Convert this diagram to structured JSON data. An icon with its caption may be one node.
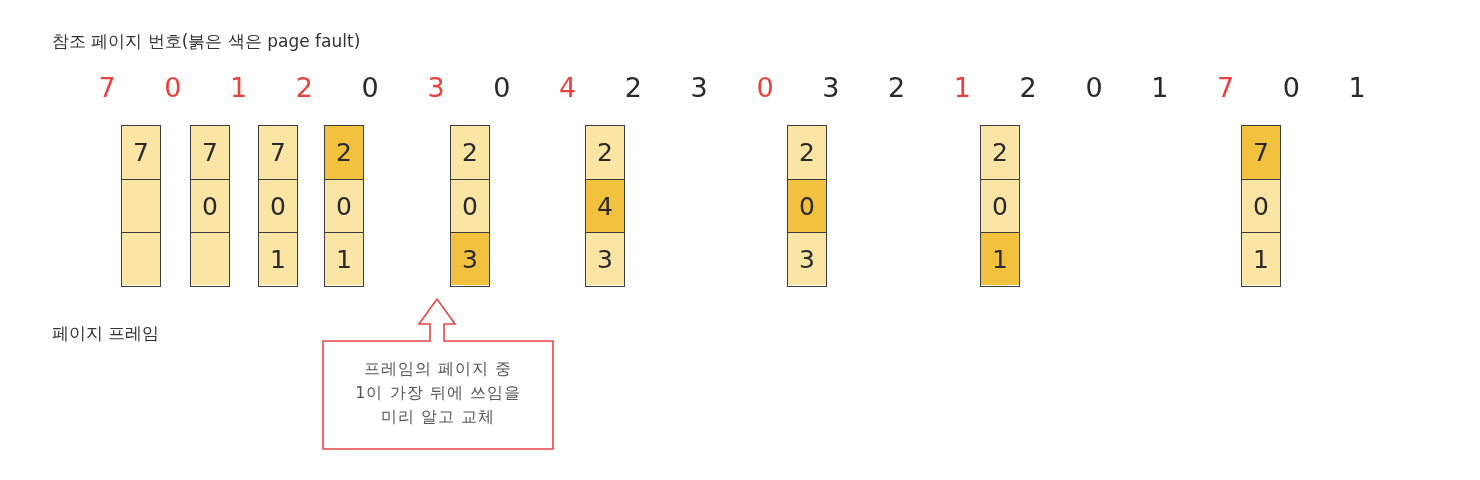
{
  "diagram": {
    "title": "참조 페이지 번호(붉은 색은 page fault)",
    "nodes": [
      {
        "text": [],
        "shape": "box"
      },
      {
        "text": [
          "7"
        ],
        "in": 0
      },
      {
        "text": [],
        "shape": "box",
        "in": 0
      },
      {
        "text": [],
        "shape": "box",
        "in": 0
      },
      {
        "text": [],
        "shape": "box"
      },
      {
        "text": [
          "7"
        ],
        "in": 4
      },
      {
        "text": [
          "0"
        ],
        "in": 4
      },
      {
        "text": [],
        "shape": "box",
        "in": 4
      },
      {
        "text": [],
        "shape": "box"
      },
      {
        "text": [
          "7"
        ],
        "in": 8
      },
      {
        "text": [
          "0"
        ],
        "in": 8
      },
      {
        "text": [
          "1"
        ],
        "in": 8
      },
      {
        "text": [],
        "shape": "box"
      },
      {
        "text": [
          "2"
        ],
        "in": 12
      },
      {
        "text": [
          "0"
        ],
        "in": 12
      },
      {
        "text": [
          "1"
        ],
        "in": 12
      },
      {
        "text": [],
        "shape": "box"
      },
      {
        "text": [
          "2"
        ],
        "in": 16
      },
      {
        "text": [
          "0"
        ],
        "in": 16
      },
      {
        "text": [
          "3"
        ],
        "in": 16
      },
      {
        "text": [],
        "shape": "box"
      },
      {
        "text": [
          "2"
        ],
        "in": 20
      },
      {
        "text": [
          "4"
        ],
        "in": 20
      },
      {
        "text": [
          "3"
        ],
        "in": 20
      },
      {
        "text": [],
        "shape": "box"
      },
      {
        "text": [
          "2"
        ],
        "in": 24
      },
      {
        "text": [
          "0"
        ],
        "in": 24
      },
      {
        "text": [
          "3"
        ],
        "in": 24
      },
      {
        "text": [],
        "shape": "box"
      },
      {
        "text": [
          "2"
        ],
        "in": 28
      },
      {
        "text": [
          "0"
        ],
        "in": 28
      },
      {
        "text": [
          "1"
        ],
        "in": 28
      },
      {
        "text": [],
        "shape": "box"
      },
      {
        "text": [
          "7"
        ],
        "in": 32
      },
      {
        "text": [
          "0"
        ],
        "in": 32
      },
      {
        "text": [
          "1"
        ],
        "in": 32
      },
      {
        "text": [
          "프레임의 페이지 중 1이 가장 뒤에 쓰임을 미리 알고 교체"
        ]
      }
    ],
    "labels": [
      "7",
      "0",
      "1",
      "2",
      "0",
      "3",
      "0",
      "4",
      "2",
      "3",
      "0",
      "3",
      "2",
      "1",
      "2",
      "0",
      "1",
      "7",
      "0",
      "1",
      "페이지 프레임"
    ]
  }
}
